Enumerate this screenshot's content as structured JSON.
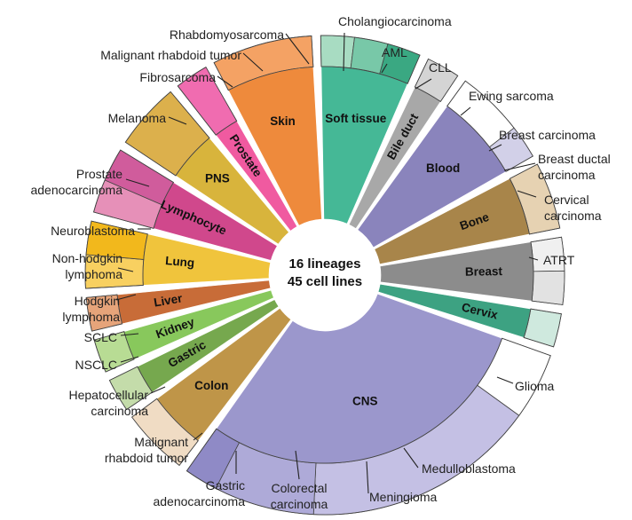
{
  "chart_data": {
    "type": "sunburst",
    "center_text": [
      "16 lineages",
      "45 cell lines"
    ],
    "lineages": [
      {
        "name": "Soft tissue",
        "color": "#45b896",
        "cells": 3,
        "subtypes": [
          {
            "name": "Fibrosarcoma",
            "cells": 1,
            "color": "#a8dcc2"
          },
          {
            "name": "Malignant rhabdoid tumor",
            "cells": 1,
            "color": "#78c8a8"
          },
          {
            "name": "Rhabdomyosarcoma",
            "cells": 1,
            "color": "#3aa882"
          }
        ]
      },
      {
        "name": "Bile duct",
        "color": "#a8a8a8",
        "cells": 1,
        "subtypes": [
          {
            "name": "Cholangiocarcinoma",
            "cells": 1,
            "color": "#d4d4d4"
          }
        ]
      },
      {
        "name": "Blood",
        "color": "#8a84bc",
        "cells": 3,
        "subtypes": [
          {
            "name": "AML",
            "cells": 2,
            "color": "#ffffff"
          },
          {
            "name": "CLL",
            "cells": 1,
            "color": "#d2d0e8"
          }
        ]
      },
      {
        "name": "Bone",
        "color": "#a8854a",
        "cells": 2,
        "subtypes": [
          {
            "name": "Ewing sarcoma",
            "cells": 2,
            "color": "#e6d2b2"
          }
        ]
      },
      {
        "name": "Breast",
        "color": "#8c8c8c",
        "cells": 2,
        "subtypes": [
          {
            "name": "Breast carcinoma",
            "cells": 1,
            "color": "#f0f0f0"
          },
          {
            "name": "Breast ductal carcinoma",
            "cells": 1,
            "color": "#e2e2e2"
          }
        ]
      },
      {
        "name": "Cervix",
        "color": "#3da282",
        "cells": 1,
        "subtypes": [
          {
            "name": "Cervical carcinoma",
            "cells": 1,
            "color": "#cfe9de"
          }
        ]
      },
      {
        "name": "CNS",
        "color": "#9b97cc",
        "cells": 13,
        "subtypes": [
          {
            "name": "ATRT",
            "cells": 2,
            "color": "#ffffff"
          },
          {
            "name": "Glioma",
            "cells": 7,
            "color": "#c4c0e4"
          },
          {
            "name": "Medulloblastoma",
            "cells": 3,
            "color": "#aeaad8"
          },
          {
            "name": "Meningioma",
            "cells": 1,
            "color": "#8f8ac6"
          }
        ]
      },
      {
        "name": "Colon",
        "color": "#bf9548",
        "cells": 2,
        "subtypes": [
          {
            "name": "Colorectal carcinoma",
            "cells": 2,
            "color": "#f0dcc4"
          }
        ]
      },
      {
        "name": "Gastric",
        "color": "#76a84e",
        "cells": 1,
        "subtypes": [
          {
            "name": "Gastric adenocarcinoma",
            "cells": 1,
            "color": "#c4dcaa"
          }
        ]
      },
      {
        "name": "Kidney",
        "color": "#88c85c",
        "cells": 1,
        "subtypes": [
          {
            "name": "Malignant rhabdoid tumor",
            "cells": 1,
            "color": "#b8dc94"
          }
        ]
      },
      {
        "name": "Liver",
        "color": "#c86c38",
        "cells": 1,
        "subtypes": [
          {
            "name": "Hepatocellular carcinoma",
            "cells": 1,
            "color": "#e6a47a"
          }
        ]
      },
      {
        "name": "Lung",
        "color": "#f0c43c",
        "cells": 2,
        "subtypes": [
          {
            "name": "NSCLC",
            "cells": 1,
            "color": "#f8d060"
          },
          {
            "name": "SCLC",
            "cells": 1,
            "color": "#f2b81c"
          }
        ]
      },
      {
        "name": "Lymphocyte",
        "color": "#d0488c",
        "cells": 2,
        "subtypes": [
          {
            "name": "Hodgkin lymphoma",
            "cells": 1,
            "color": "#e690b8"
          },
          {
            "name": "Non-hodgkin lymphoma",
            "cells": 1,
            "color": "#d05c9c"
          }
        ]
      },
      {
        "name": "PNS",
        "color": "#d8b43c",
        "cells": 2,
        "subtypes": [
          {
            "name": "Neuroblastoma",
            "cells": 2,
            "color": "#dcb04c"
          }
        ]
      },
      {
        "name": "Prostate",
        "color": "#f05aa0",
        "cells": 1,
        "subtypes": [
          {
            "name": "Prostate adenocarcinoma",
            "cells": 1,
            "color": "#f06cb0"
          }
        ]
      },
      {
        "name": "Skin",
        "color": "#ee8a3c",
        "cells": 3,
        "subtypes": [
          {
            "name": "Melanoma",
            "cells": 3,
            "color": "#f4a264"
          }
        ]
      }
    ],
    "outer_labels": [
      {
        "text": [
          "Rhabdomyosarcoma"
        ]
      },
      {
        "text": [
          "Malignant rhabdoid tumor"
        ]
      },
      {
        "text": [
          "Fibrosarcoma"
        ]
      },
      {
        "text": [
          "Cholangiocarcinoma"
        ]
      },
      {
        "text": [
          "AML"
        ]
      },
      {
        "text": [
          "CLL"
        ]
      },
      {
        "text": [
          "Ewing sarcoma"
        ]
      },
      {
        "text": [
          "Breast carcinoma"
        ]
      },
      {
        "text": [
          "Breast ductal",
          "carcinoma"
        ]
      },
      {
        "text": [
          "Cervical",
          "carcinoma"
        ]
      },
      {
        "text": [
          "ATRT"
        ]
      },
      {
        "text": [
          "Glioma"
        ]
      },
      {
        "text": [
          "Medulloblastoma"
        ]
      },
      {
        "text": [
          "Meningioma"
        ]
      },
      {
        "text": [
          "Colorectal",
          "carcinoma"
        ]
      },
      {
        "text": [
          "Gastric",
          "adenocarcinoma"
        ]
      },
      {
        "text": [
          "Malignant",
          "rhabdoid tumor"
        ]
      },
      {
        "text": [
          "Hepatocellular",
          "carcinoma"
        ]
      },
      {
        "text": [
          "NSCLC"
        ]
      },
      {
        "text": [
          "SCLC"
        ]
      },
      {
        "text": [
          "Hodgkin",
          "lymphoma"
        ]
      },
      {
        "text": [
          "Non-hodgkin",
          "lymphoma"
        ]
      },
      {
        "text": [
          "Neuroblastoma"
        ]
      },
      {
        "text": [
          "Prostate",
          "adenocarcinoma"
        ]
      },
      {
        "text": [
          "Melanoma"
        ]
      }
    ]
  }
}
